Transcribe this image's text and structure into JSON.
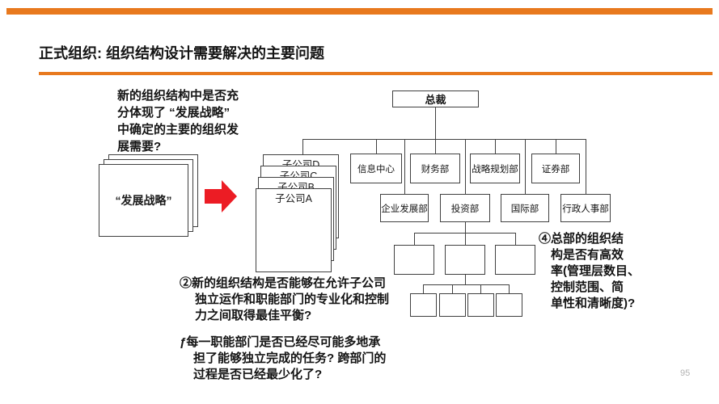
{
  "slide": {
    "title": "正式组织: 组织结构设计需要解决的主要问题",
    "page_number": "95"
  },
  "theme": {
    "accent_orange": "#E8791E",
    "arrow_red": "#EC1C24",
    "line_color": "#404040"
  },
  "questions": {
    "strategy_fit": "新的组织结构中是否充\n分体现了 “发展战略”\n中确定的主要的组织发\n展需要?",
    "balance": "②新的组织结构是否能够在允许子公司\n独立运作和职能部门的专业化和控制\n力之间取得最佳平衡?",
    "function_tasks": "ƒ每一职能部门是否已经尽可能多地承\n担了能够独立完成的任务? 跨部门的\n过程是否已经最少化了?",
    "hq_efficiency": "④总部的组织结\n构是否有高效\n率(管理层数目、\n控制范围、简\n单性和清晰度)?"
  },
  "strategy_stack": {
    "label": "“发展战略”"
  },
  "subsidiaries": [
    "子公司D",
    "子公司C",
    "子公司B",
    "子公司A"
  ],
  "org_chart": {
    "root": "总裁",
    "row1": [
      "信息中心",
      "财务部",
      "战略规划部",
      "证券部"
    ],
    "row2": [
      "企业发展部",
      "投资部",
      "国际部",
      "行政人事部"
    ]
  }
}
